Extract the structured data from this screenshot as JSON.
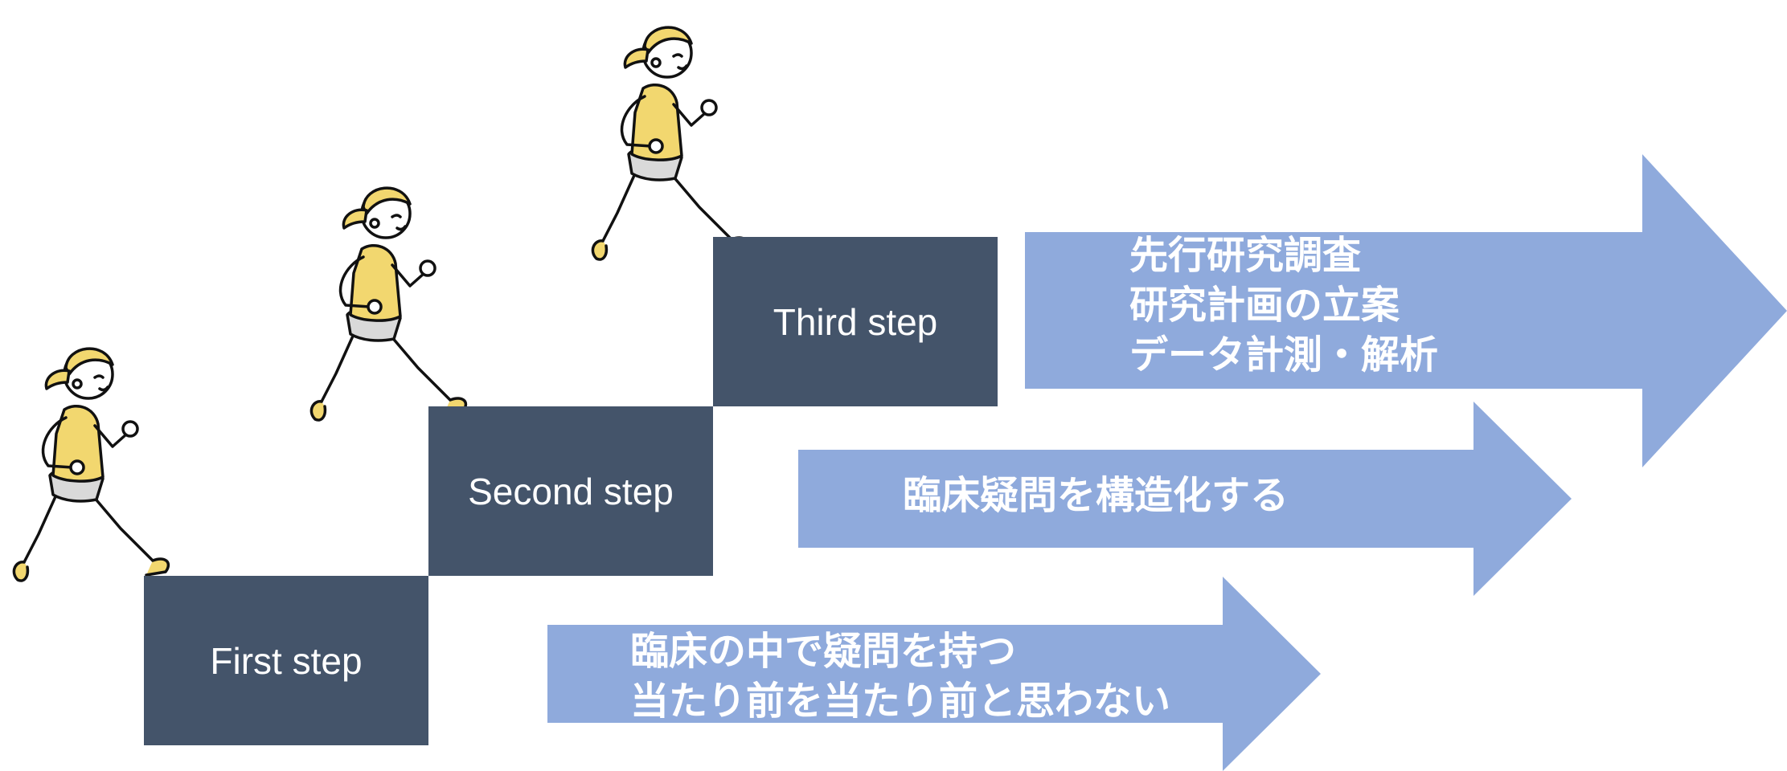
{
  "steps": [
    {
      "label": "First step"
    },
    {
      "label": "Second step"
    },
    {
      "label": "Third step"
    }
  ],
  "arrows": [
    {
      "lines": [
        "臨床の中で疑問を持つ",
        "当たり前を当たり前と思わない"
      ]
    },
    {
      "lines": [
        "臨床疑問を構造化する"
      ]
    },
    {
      "lines": [
        "先行研究調査",
        "研究計画の立案",
        "データ計測・解析"
      ]
    }
  ],
  "colors": {
    "step_fill": "#44546a",
    "arrow_fill": "#8faadc",
    "text_on_fill": "#ffffff",
    "runner_shirt": "#f2d76f",
    "runner_hair": "#f2d76f",
    "runner_shorts": "#d9d9d9",
    "runner_outline": "#111111"
  },
  "icons": {
    "runner": "running-woman-illustration"
  }
}
